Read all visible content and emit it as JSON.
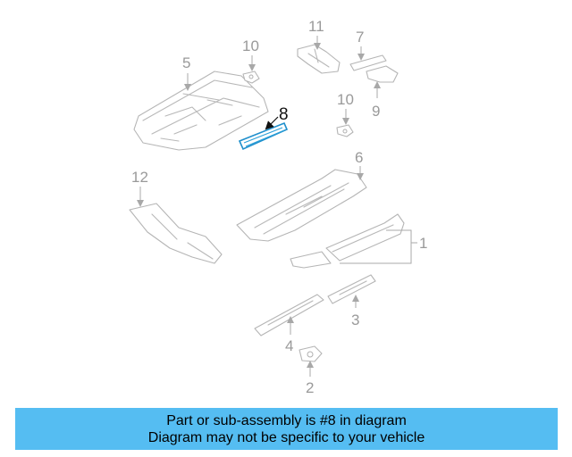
{
  "diagram": {
    "callouts": {
      "c1": "1",
      "c2": "2",
      "c3": "3",
      "c4": "4",
      "c5": "5",
      "c6": "6",
      "c7": "7",
      "c8": "8",
      "c9": "9",
      "c10a": "10",
      "c10b": "10",
      "c11": "11",
      "c12": "12"
    },
    "highlight_color": "#2a9fd8"
  },
  "banner": {
    "line1": "Part or sub-assembly is #8 in diagram",
    "line2": "Diagram may not be specific to your vehicle",
    "background": "#55bdf2"
  }
}
